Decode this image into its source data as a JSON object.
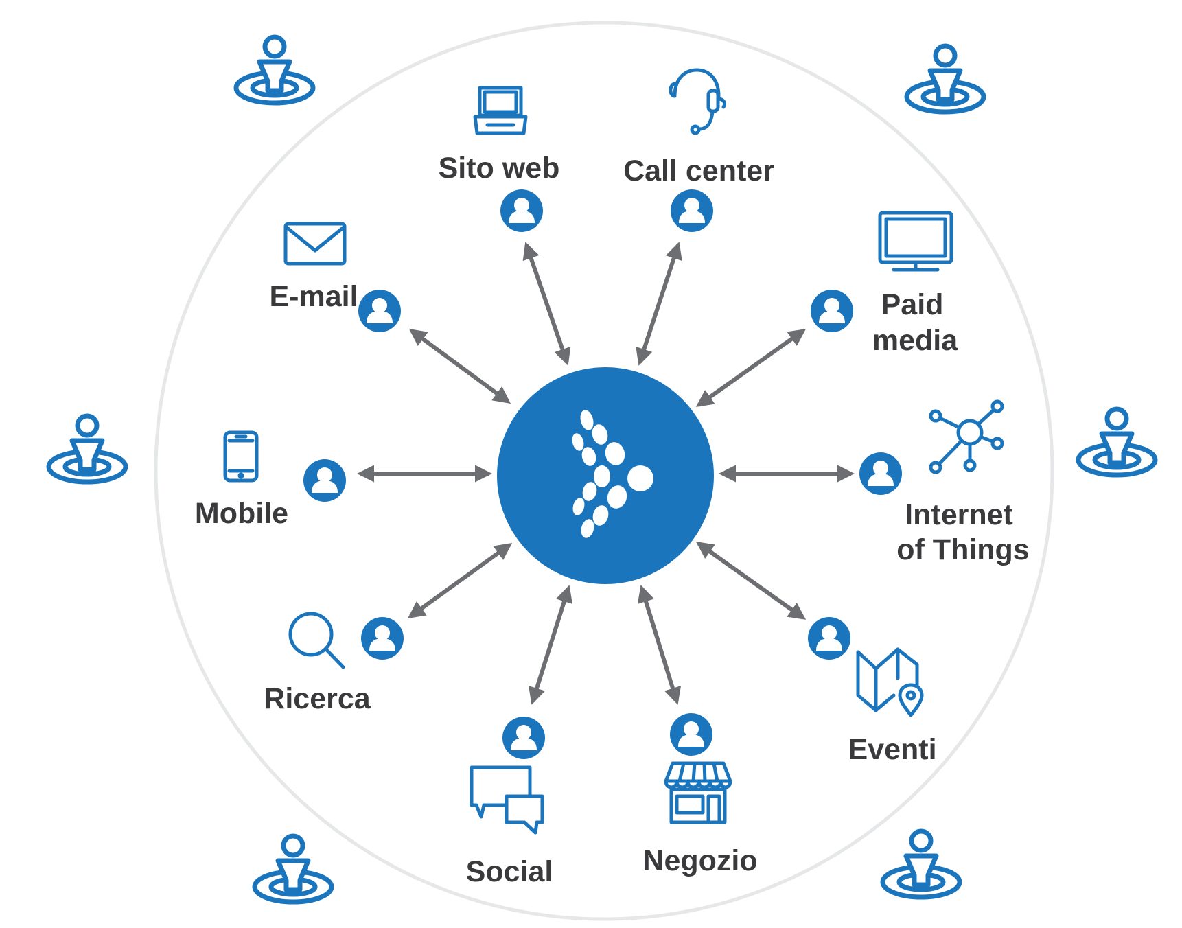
{
  "channels": {
    "sito_web": "Sito web",
    "call_center": "Call center",
    "email": "E-mail",
    "paid_media_1": "Paid",
    "paid_media_2": "media",
    "mobile": "Mobile",
    "iot_1": "Internet",
    "iot_2": "of Things",
    "ricerca": "Ricerca",
    "eventi": "Eventi",
    "social": "Social",
    "negozio": "Negozio"
  },
  "colors": {
    "brand_blue": "#1b75bc",
    "arrow_gray": "#6d6e71",
    "ring_gray": "#e6e7e8",
    "label": "#3a3a3c"
  }
}
